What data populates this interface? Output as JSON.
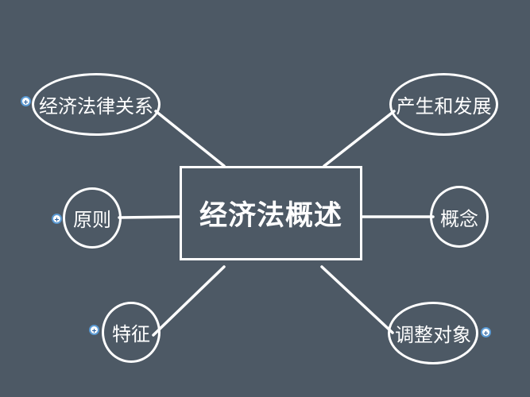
{
  "center": {
    "label": "经济法概述"
  },
  "nodes": {
    "legal_relations": {
      "label": "经济法律关系",
      "collapsed": true
    },
    "origin_development": {
      "label": "产生和发展",
      "collapsed": false
    },
    "principles": {
      "label": "原则",
      "collapsed": true
    },
    "concept": {
      "label": "概念",
      "collapsed": false
    },
    "features": {
      "label": "特征",
      "collapsed": true
    },
    "adjustment_object": {
      "label": "调整对象",
      "collapsed": true
    }
  },
  "colors": {
    "background": "#4d5965",
    "line": "#ffffff",
    "text": "#ffffff",
    "expand_icon_border": "#5b9bd5"
  },
  "icons": {
    "expand": "plus-circle-icon"
  }
}
